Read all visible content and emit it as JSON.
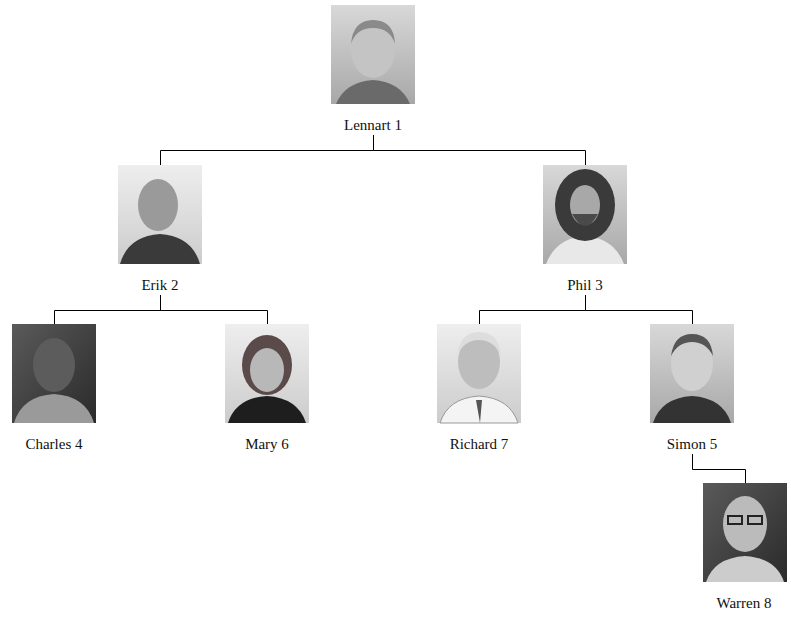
{
  "diagram": {
    "nodes": [
      {
        "text": [
          "Lennart 1"
        ]
      },
      {
        "text": [
          "Erik 2"
        ]
      },
      {
        "text": [
          "Phil 3"
        ]
      },
      {
        "text": [
          "Charles 4"
        ]
      },
      {
        "text": [
          "Mary 6"
        ]
      },
      {
        "text": [
          "Richard 7"
        ]
      },
      {
        "text": [
          "Simon 5"
        ]
      },
      {
        "text": [
          "Warren 8"
        ]
      }
    ],
    "edges": [
      {
        "from": 0,
        "to": 1,
        "arrow": "none"
      },
      {
        "from": 0,
        "to": 2,
        "arrow": "none"
      },
      {
        "from": 1,
        "to": 3,
        "arrow": "none"
      },
      {
        "from": 1,
        "to": 4,
        "arrow": "none"
      },
      {
        "from": 2,
        "to": 5,
        "arrow": "none"
      },
      {
        "from": 2,
        "to": 6,
        "arrow": "none"
      },
      {
        "from": 6,
        "to": 7,
        "arrow": "none"
      }
    ]
  }
}
